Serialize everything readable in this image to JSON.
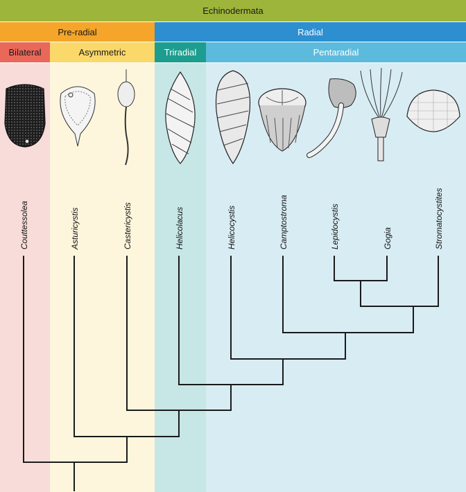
{
  "header": {
    "clade": "Echinodermata",
    "groups": {
      "preradial": "Pre-radial",
      "radial": "Radial"
    },
    "subgroups": {
      "bilateral": "Bilateral",
      "asymmetric": "Asymmetric",
      "triradial": "Triradial",
      "pentaradial": "Pentaradial"
    }
  },
  "colors": {
    "echinodermata": "#9db53a",
    "preradial": "#f4a52a",
    "radial": "#2d8fd0",
    "bilateral": "#e9685a",
    "asymmetric": "#fbd86a",
    "triradial": "#1c9d8f",
    "pentaradial": "#5cbbdd",
    "bg_bilateral": "#f8dcd9",
    "bg_asymmetric": "#fdf6dc",
    "bg_triradial": "#c7e6e6",
    "bg_pentaradial": "#d8ecf3"
  },
  "taxa": [
    {
      "name": "Couttessolea",
      "icon": "bilateral-fossil-icon"
    },
    {
      "name": "Asturicystis",
      "icon": "asymmetric-fossil-icon"
    },
    {
      "name": "Castericystis",
      "icon": "stalked-asymmetric-fossil-icon"
    },
    {
      "name": "Helicolacus",
      "icon": "spiral-triradial-fossil-icon"
    },
    {
      "name": "Helicocystis",
      "icon": "spiral-pentaradial-fossil-icon"
    },
    {
      "name": "Camptostroma",
      "icon": "camptostroma-fossil-icon"
    },
    {
      "name": "Lepidocystis",
      "icon": "lepidocystis-fossil-icon"
    },
    {
      "name": "Gogia",
      "icon": "gogia-fossil-icon"
    },
    {
      "name": "Stromatocystites",
      "icon": "stromatocystites-fossil-icon"
    }
  ]
}
